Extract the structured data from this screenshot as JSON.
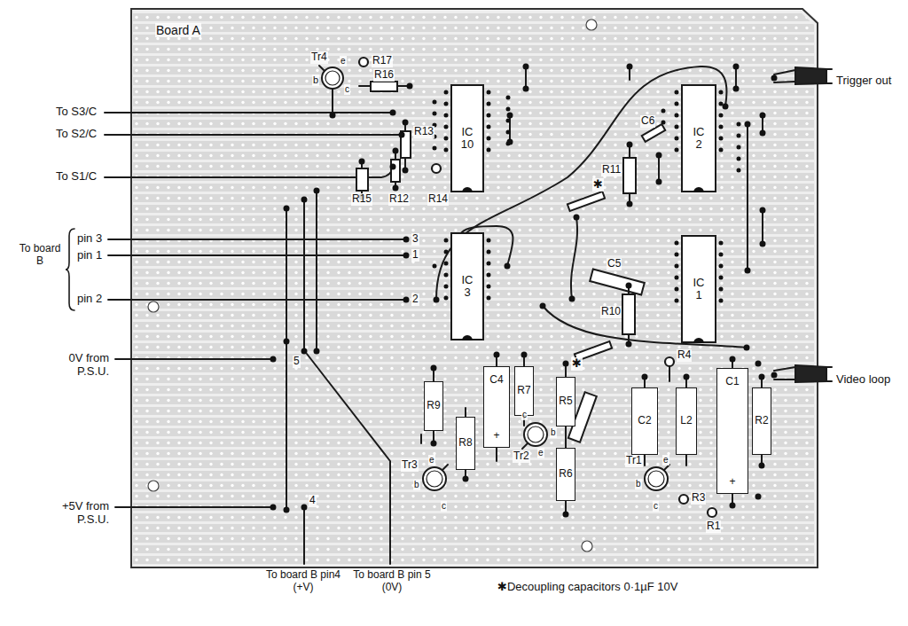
{
  "diagram": {
    "nodes": [
      {
        "text": [
          "IC 10"
        ]
      },
      {
        "text": [
          "IC 2"
        ]
      },
      {
        "text": [
          "IC 3"
        ]
      },
      {
        "text": [
          "IC 1"
        ]
      },
      {
        "text": [
          "R9"
        ]
      },
      {
        "text": [
          "C4",
          "+"
        ]
      },
      {
        "text": [
          "R7"
        ]
      },
      {
        "text": [
          "R5"
        ]
      },
      {
        "text": [
          "C2"
        ]
      },
      {
        "text": [
          "L2"
        ]
      },
      {
        "text": [
          "C1",
          "+"
        ]
      },
      {
        "text": [
          "R2"
        ]
      },
      {
        "text": [
          "R8"
        ]
      },
      {
        "text": [
          "R6"
        ]
      }
    ],
    "labels": [
      "Board A",
      "Tr4",
      "e",
      "b",
      "c",
      "R17",
      "R16",
      "To S3/C",
      "To S2/C",
      "R13",
      "To S1/C",
      "R15",
      "R12",
      "R14",
      "C6",
      "R11",
      "✱",
      "Trigger out",
      "To board B",
      "pin 3",
      "pin 1",
      "pin 2",
      "3",
      "1",
      "2",
      "C5",
      "R10",
      "0V from P.S.U.",
      "5",
      "R4",
      "✱",
      "Video loop",
      "c",
      "b",
      "e",
      "Tr2",
      "Tr3",
      "e",
      "b",
      "c",
      "e",
      "Tr1",
      "b",
      "c",
      "R3",
      "R1",
      "+5V from P.S.U.",
      "4",
      "To board B pin4 (+V)",
      "To board B pin 5 (0V)",
      "✱Decoupling capacitors 0·1µF 10V"
    ]
  }
}
